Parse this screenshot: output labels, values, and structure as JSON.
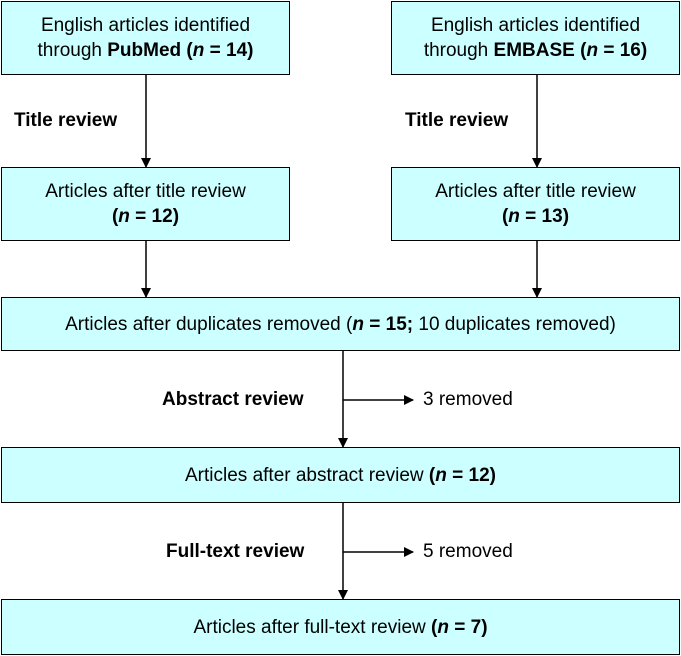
{
  "boxes": {
    "pubmed": {
      "line1": "English articles identified",
      "through": "through ",
      "source": "PubMed",
      "n_prefix": " (",
      "n_var": "n",
      "n_value": " = 14)"
    },
    "embase": {
      "line1": "English articles identified",
      "through": "through ",
      "source": "EMBASE",
      "n_prefix": " (",
      "n_var": "n",
      "n_value": " = 16)"
    },
    "title_left": {
      "line1": "Articles after title review",
      "n_open": "(",
      "n_var": "n",
      "n_value": " = 12)"
    },
    "title_right": {
      "line1": "Articles after title review",
      "n_open": "(",
      "n_var": "n",
      "n_value": " = 13)"
    },
    "duplicates": {
      "text": "Articles after duplicates removed (",
      "n_var": "n",
      "n_value": " = 15;",
      "suffix": " 10 duplicates removed)"
    },
    "abstract": {
      "text": "Articles after abstract review ",
      "n_open": "(",
      "n_var": "n",
      "n_value": " = 12)"
    },
    "fulltext": {
      "text": "Articles after full-text review ",
      "n_open": "(",
      "n_var": "n",
      "n_value": " = 7)"
    }
  },
  "steps": {
    "title_review_left": "Title review",
    "title_review_right": "Title review",
    "abstract_review": "Abstract review",
    "abstract_removed": "3 removed",
    "fulltext_review": "Full-text review",
    "fulltext_removed": "5 removed"
  },
  "colors": {
    "box_fill": "#ccffff",
    "stroke": "#000000"
  }
}
